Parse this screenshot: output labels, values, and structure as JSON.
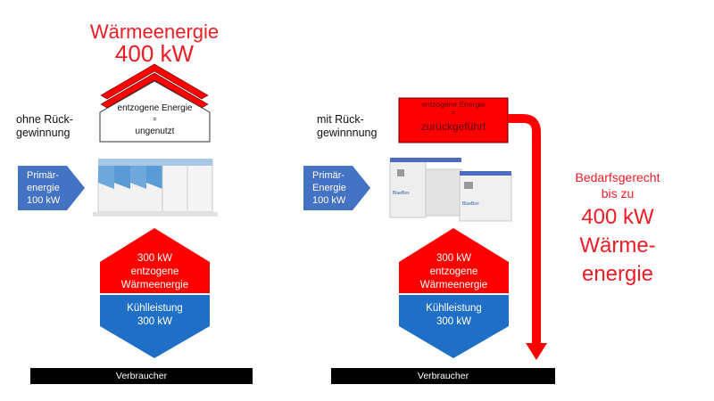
{
  "colors": {
    "red": "#ff0000",
    "title_red": "#ee1c25",
    "blue": "#1f6fc6",
    "arrow_blue": "#4472c4",
    "black": "#000000"
  },
  "left": {
    "heat_title": "Wärmeenergie",
    "heat_value": "400 kW",
    "mode_label_line1": "ohne Rück-",
    "mode_label_line2": "gewinnung",
    "house_line1": "entzogene Energie",
    "house_line2": "=",
    "house_line3": "ungenutzt",
    "primary_line1": "Primär-",
    "primary_line2": "energie",
    "primary_line3": "100 kW",
    "chiller": "air-cooled-chiller-image",
    "hex_top_line1": "300 kW",
    "hex_top_line2": "entzogene",
    "hex_top_line3": "Wärmeenergie",
    "hex_bottom_line1": "Kühlleistung",
    "hex_bottom_line2": "300 kW",
    "consumer": "Verbraucher"
  },
  "right": {
    "mode_label_line1": "mit Rück-",
    "mode_label_line2": "gewinnnung",
    "box_line1": "entzogene Energie",
    "box_line2": "=",
    "box_line3": "zurückgeführt",
    "primary_line1": "Primär-",
    "primary_line2": "Energie",
    "primary_line3": "100 kW",
    "chiller": "heat-recovery-chiller-image",
    "hex_top_line1": "300 kW",
    "hex_top_line2": "entzogene",
    "hex_top_line3": "Wärmeenergie",
    "hex_bottom_line1": "Kühlleistung",
    "hex_bottom_line2": "300 kW",
    "consumer": "Verbraucher",
    "demand_line1": "Bedarfsgerecht",
    "demand_line2": "bis zu",
    "demand_value": "400 kW",
    "demand_line4": "Wärme-",
    "demand_line5": "energie"
  }
}
